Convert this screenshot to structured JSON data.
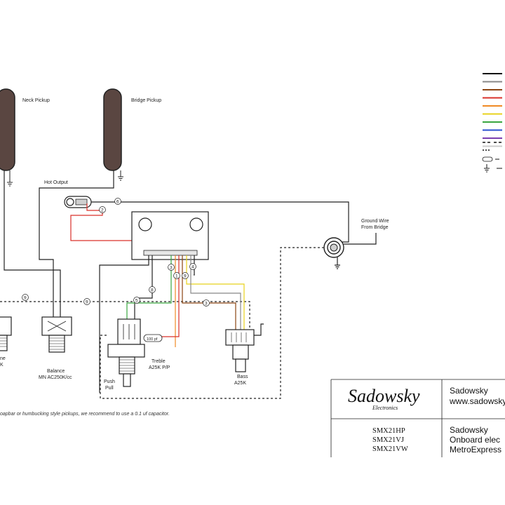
{
  "labels": {
    "neck_pickup": "Neck Pickup",
    "bridge_pickup": "Bridge Pickup",
    "hot_output": "Hot Output",
    "ground_wire_1": "Ground Wire",
    "ground_wire_2": "From Bridge",
    "balance_1": "Balance",
    "balance_2": "MN AC250K/cc",
    "treble_1": "Treble",
    "treble_2": "A25K P/P",
    "bass_1": "Bass",
    "bass_2": "A25K",
    "push_1": "Push",
    "push_2": "Pull",
    "cap_value": "100 pf",
    "left_partial_1": "ne",
    "left_partial_2": "K",
    "note": "oapbar or humbucking style pickups, we recommend to use a 0.1 uf capacitor."
  },
  "wire_numbers": {
    "n6": "6",
    "n2": "2",
    "n9a": "9",
    "n9b": "9",
    "n5": "5",
    "n8": "8",
    "n3a": "3",
    "n4": "4",
    "n1": "1",
    "n9c": "9",
    "n3b": "3"
  },
  "title_block": {
    "logo": "Sadowsky",
    "logo_sub": "Electronics",
    "company_1": "Sadowsky",
    "website": "www.sadowsky",
    "models": [
      "SMX21HP",
      "SMX21VJ",
      "SMX21VW"
    ],
    "company_2": "Sadowsky",
    "desc_1": "Onboard elec",
    "desc_2": "MetroExpress"
  },
  "colors": {
    "legend": [
      "#111111",
      "#888888",
      "#8b4513",
      "#d9302a",
      "#f08a24",
      "#e8d21c",
      "#3aa640",
      "#2a4fd0",
      "#7b3fb0",
      "#cccccc"
    ]
  }
}
